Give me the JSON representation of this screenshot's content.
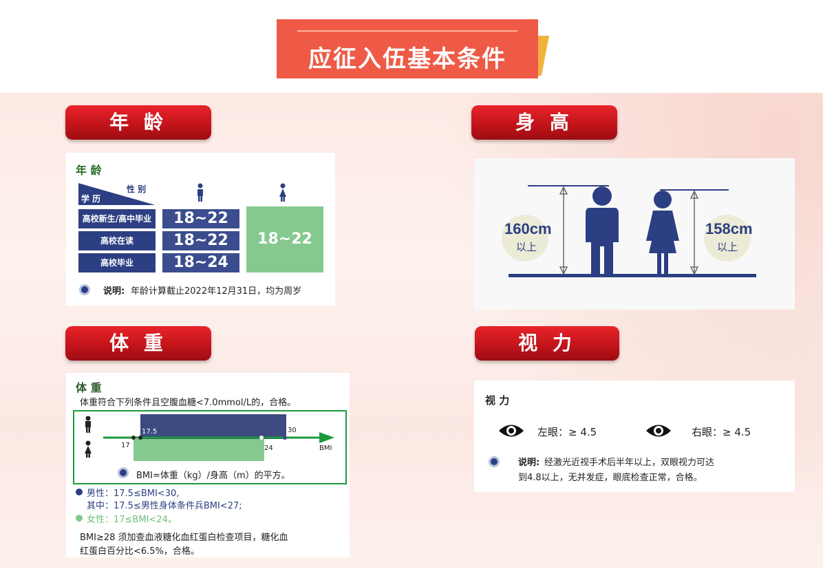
{
  "title": "应征入伍基本条件",
  "sections": {
    "age": "年 龄",
    "height": "身 高",
    "weight": "体 重",
    "vision": "视 力"
  },
  "age_card": {
    "title": "年 龄",
    "header_gender": "性 别",
    "header_edu": "学 历",
    "rows": [
      {
        "edu": "高校新生/高中毕业",
        "male": "18~22"
      },
      {
        "edu": "高校在读",
        "male": "18~22"
      },
      {
        "edu": "高校毕业",
        "male": "18~24"
      }
    ],
    "female": "18~22",
    "note_label": "说明:",
    "note_text": "年龄计算截止2022年12月31日，均为周岁"
  },
  "height_card": {
    "male_value": "160cm",
    "male_suffix": "以上",
    "female_value": "158cm",
    "female_suffix": "以上"
  },
  "weight_card": {
    "title": "体 重",
    "intro": "体重符合下列条件且空腹血糖<7.0mmol/L的，合格。",
    "tick_17_5": "17.5",
    "tick_30": "30",
    "tick_17": "17",
    "tick_24": "24",
    "axis_label": "BMI",
    "formula": "BMI=体重（kg）/身高（m）的平方。",
    "male_line1": "男性：17.5≤BMI<30,",
    "male_line2": "其中：17.5≤男性身体条件兵BMI<27;",
    "female_line": "女性：17≤BMI<24。",
    "extra_line1": "BMI≥28 须加查血液糖化血红蛋白检查项目，糖化血",
    "extra_line2": "红蛋白百分比<6.5%，合格。",
    "colors": {
      "male_bar": "#3d4a80",
      "female_bar": "#86c98f",
      "axis": "#1b9a3a"
    }
  },
  "vision_card": {
    "title": "视 力",
    "left_label": "左眼：≥ 4.5",
    "right_label": "右眼：≥ 4.5",
    "note_label": "说明:",
    "note_line1": "经激光近视手术后半年以上，双眼视力可达",
    "note_line2": "到4.8以上，无并发症，眼底检查正常，合格。"
  },
  "icons": [
    "male-icon",
    "female-icon",
    "eye-icon"
  ],
  "colors": {
    "accent": "#ee5a45",
    "header_red": "#c0131a",
    "navy": "#2c3f82",
    "green": "#86c98f"
  }
}
